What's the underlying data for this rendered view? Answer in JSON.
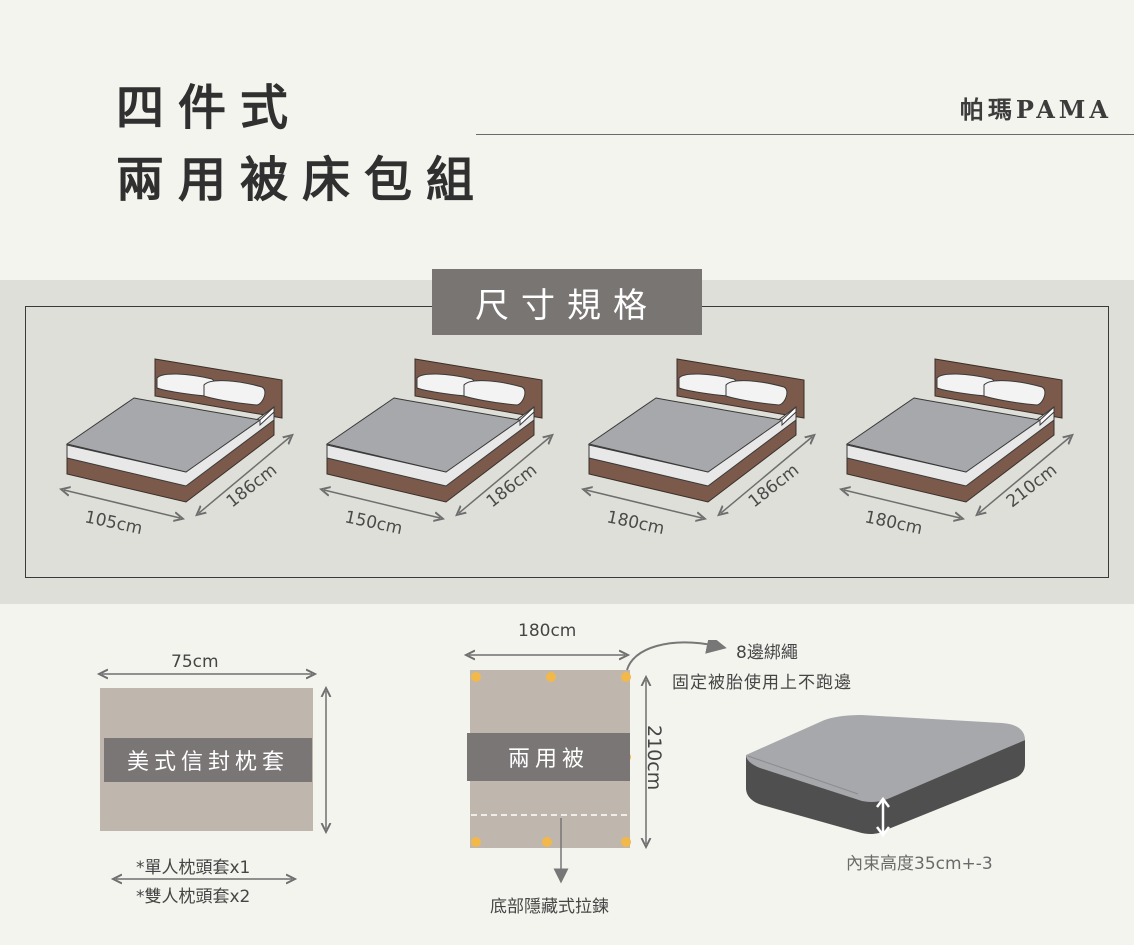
{
  "header": {
    "title_line1": "四件式",
    "title_line2": "兩用被床包組",
    "brand": "帕瑪PAMA"
  },
  "section": {
    "title": "尺寸規格"
  },
  "beds": [
    {
      "width": "105cm",
      "length": "186cm"
    },
    {
      "width": "150cm",
      "length": "186cm"
    },
    {
      "width": "180cm",
      "length": "186cm"
    },
    {
      "width": "180cm",
      "length": "210cm"
    }
  ],
  "pillowcase": {
    "width": "75cm",
    "label": "美式信封枕套",
    "note_single": "*單人枕頭套x1",
    "note_double": "*雙人枕頭套x2"
  },
  "duvet": {
    "width": "180cm",
    "length": "210cm",
    "label": "兩用被",
    "tie_title": "8邊綁繩",
    "tie_desc": "固定被胎使用上不跑邊",
    "zipper": "底部隱藏式拉鍊"
  },
  "mattress": {
    "height_note": "內束高度35cm+-3"
  },
  "colors": {
    "background": "#f4f4ef",
    "band": "#dfdfd9",
    "label_bg": "#7a7675",
    "fabric": "#bfb6ad",
    "bed_frame": "#7b5a4b",
    "sheet": "#a7a8ab",
    "tie_dot": "#f3b84a",
    "mattress_dark": "#4f4f4f"
  }
}
